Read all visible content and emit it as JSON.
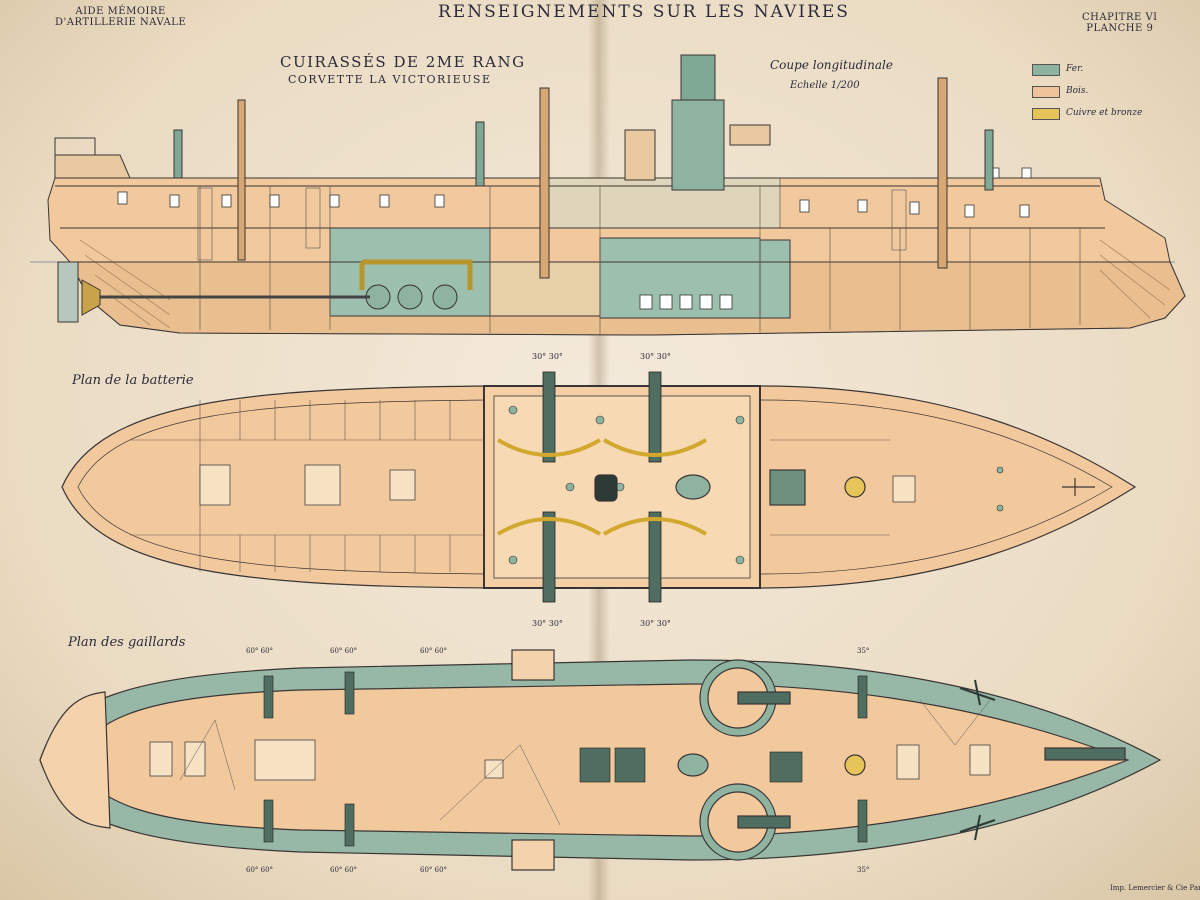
{
  "header": {
    "left_line1": "AIDE MÉMOIRE",
    "left_line2": "D'ARTILLERIE NAVALE",
    "title": "RENSEIGNEMENTS SUR LES NAVIRES",
    "right_line1": "CHAPITRE VI",
    "right_line2": "PLANCHE 9"
  },
  "ship": {
    "class_title": "CUIRASSÉS DE 2ME RANG",
    "name": "CORVETTE LA VICTORIEUSE"
  },
  "section": {
    "title": "Coupe longitudinale",
    "scale": "Echelle 1/200"
  },
  "legend": [
    {
      "label": "Fer.",
      "color": "#8fb3a1"
    },
    {
      "label": "Bois.",
      "color": "#f0c49a"
    },
    {
      "label": "Cuivre et bronze",
      "color": "#e6c45a"
    }
  ],
  "battery_plan": {
    "title": "Plan de la batterie",
    "angle_top_left": "30° 30°",
    "angle_top_right": "30° 30°",
    "angle_bottom_left": "30° 30°",
    "angle_bottom_right": "30° 30°"
  },
  "forecastle_plan": {
    "title": "Plan des gaillards",
    "angles_top": [
      "60° 60°",
      "60° 60°",
      "60° 60°",
      "35°"
    ],
    "angles_bottom": [
      "60° 60°",
      "60° 60°",
      "60° 60°",
      "35°"
    ]
  },
  "printer": "Imp. Lemercier & Cie Paris",
  "colors": {
    "iron": "#8fb3a1",
    "wood": "#f0c49a",
    "bronze": "#e6c45a",
    "ink": "#2b2a3a",
    "paper": "#efe3cf"
  }
}
